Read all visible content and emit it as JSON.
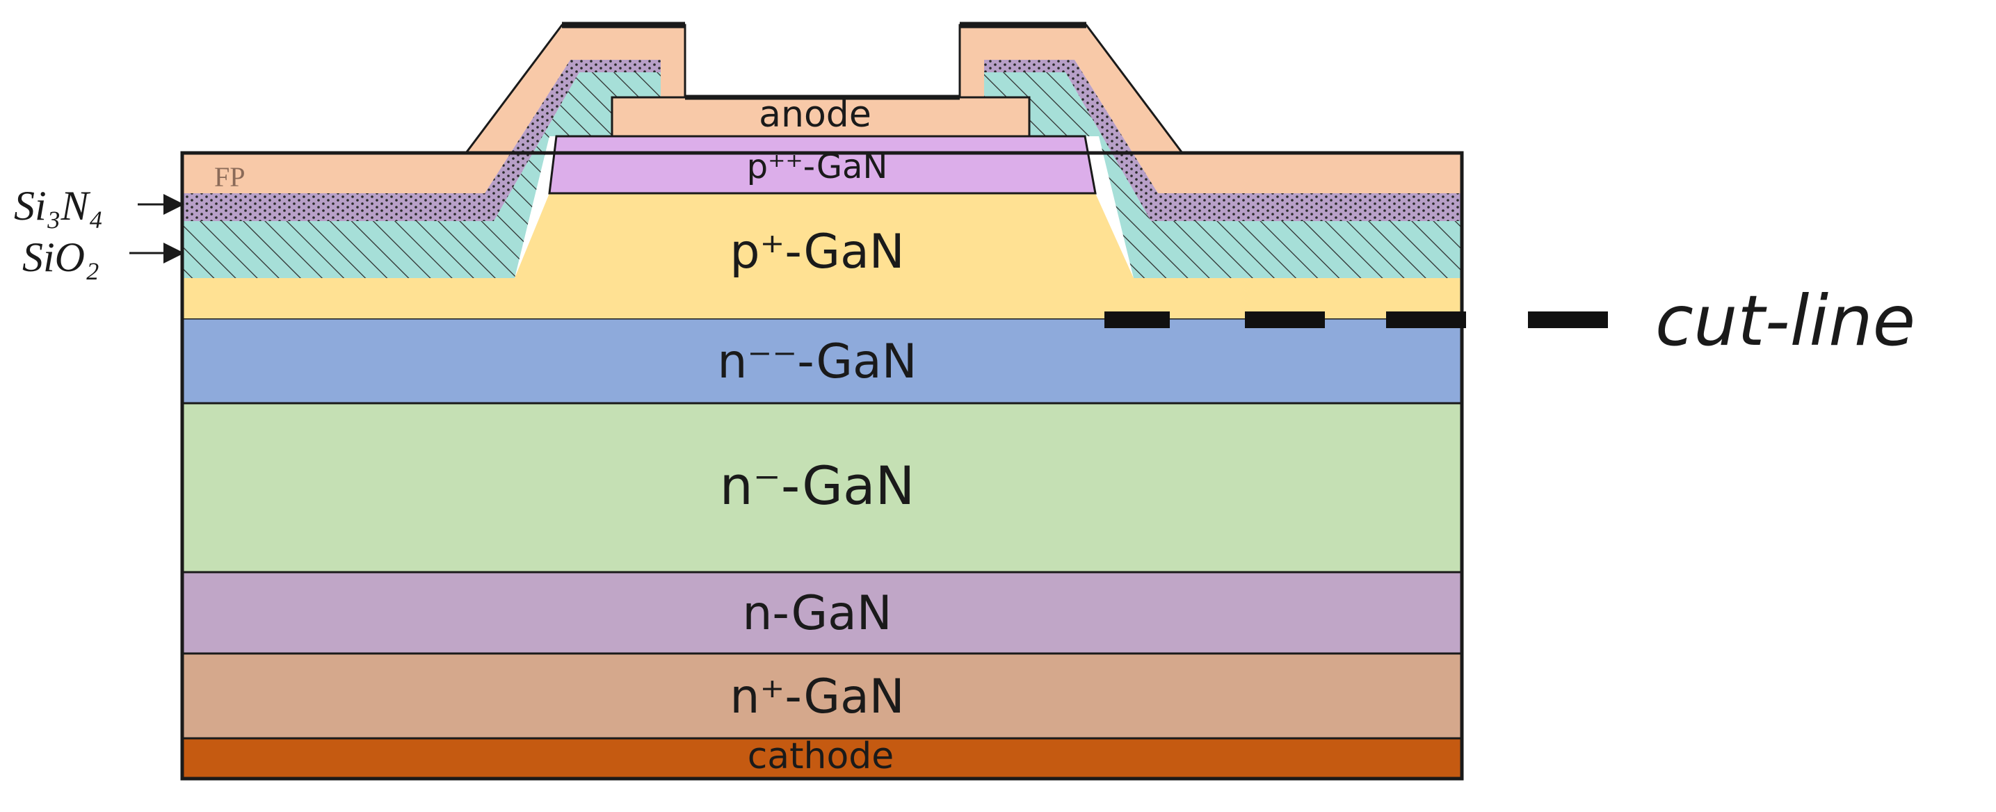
{
  "layers": {
    "anode": {
      "label": "anode",
      "color": "#F8C9A8"
    },
    "p_pp": {
      "label": "p⁺⁺-GaN",
      "color": "#DCAEEA"
    },
    "p_p": {
      "label": "p⁺-GaN",
      "color": "#FFE193"
    },
    "n_mm": {
      "label": "n⁻⁻-GaN",
      "color": "#8EAADB"
    },
    "n_m": {
      "label": "n⁻-GaN",
      "color": "#C5E0B4"
    },
    "n": {
      "label": "n-GaN",
      "color": "#C0A6C7"
    },
    "n_p": {
      "label": "n⁺-GaN",
      "color": "#D5A88C"
    },
    "cathode": {
      "label": "cathode",
      "color": "#C55A11"
    }
  },
  "dielectrics": {
    "fp": {
      "label": "FP",
      "color": "#F8C9A8"
    },
    "si3n4": {
      "label": "Si₃N₄",
      "color": "#B8A0C8"
    },
    "sio2": {
      "label": "SiO₂",
      "color": "#A6DFD8"
    }
  },
  "cut_line": {
    "label": "cut-line"
  }
}
